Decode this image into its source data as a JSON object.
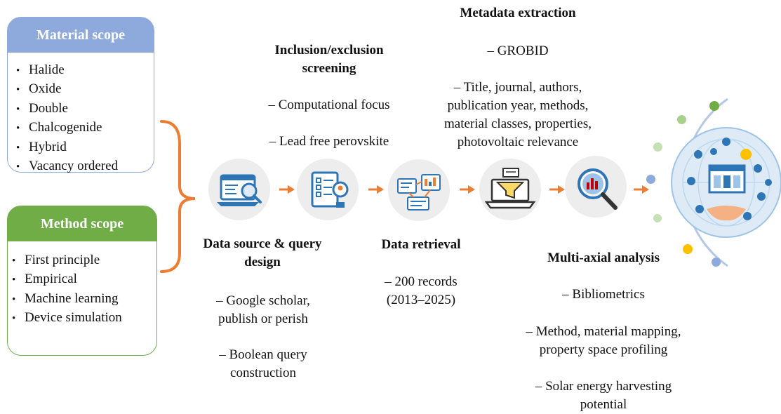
{
  "material_scope": {
    "title": "Material scope",
    "items": [
      "Halide",
      "Oxide",
      "Double",
      "Chalcogenide",
      "Hybrid",
      "Vacancy ordered"
    ],
    "header_color": "#8ea9db",
    "border_color": "#8ea9db"
  },
  "method_scope": {
    "title": "Method scope",
    "items": [
      "First principle",
      "Empirical",
      "Machine learning",
      "Device simulation"
    ],
    "header_color": "#70ad47",
    "border_color": "#70ad47"
  },
  "bracket_color": "#ed7d31",
  "arrow_color": "#ed7d31",
  "steps": {
    "data_source": {
      "title_line1": "Data source & query",
      "title_line2": "design",
      "detail1_line1": "– Google scholar,",
      "detail1_line2": "publish or perish",
      "detail2_line1": "– Boolean query",
      "detail2_line2": "construction",
      "icon": "web-search-icon"
    },
    "screening": {
      "title_line1": "Inclusion/exclusion",
      "title_line2": "screening",
      "detail1": "– Computational focus",
      "detail2": "– Lead free perovskite",
      "icon": "checklist-user-icon"
    },
    "retrieval": {
      "title": "Data retrieval",
      "detail_line1": "–  200 records",
      "detail_line2": "(2013–2025)",
      "icon": "data-network-icon"
    },
    "extraction": {
      "title": "Metadata extraction",
      "detail1": "– GROBID",
      "detail2_lines": [
        "– Title, journal, authors,",
        "publication year, methods,",
        "material classes, properties,",
        "photovoltaic relevance"
      ],
      "icon": "laptop-filter-icon"
    },
    "analysis": {
      "title": "Multi-axial analysis",
      "detail1": "– Bibliometrics",
      "detail2_line1": "– Method, material mapping,",
      "detail2_line2": "property space profiling",
      "detail3_line1": "–  Solar energy harvesting",
      "detail3_line2": "potential",
      "icon": "magnifier-chart-icon"
    }
  },
  "final_icon": "smart-energy-globe-icon",
  "orbit_dot_colors": [
    "#70ad47",
    "#a9d18e",
    "#8ea9db",
    "#c5e0b4",
    "#ffc000",
    "#8ea9db",
    "#8ea9db"
  ]
}
